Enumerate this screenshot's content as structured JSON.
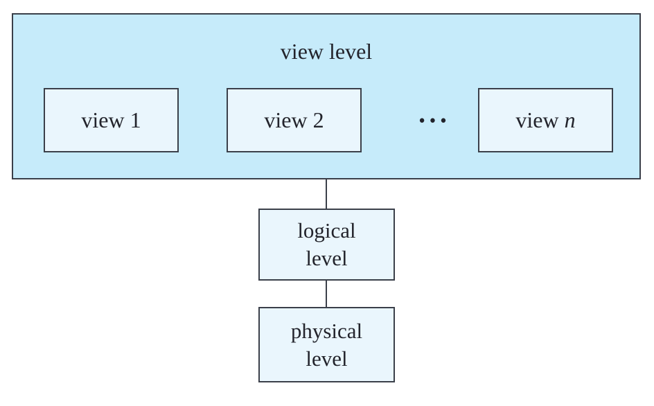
{
  "diagram": {
    "title": "view level",
    "view_boxes": [
      {
        "prefix": "view 1",
        "suffix": ""
      },
      {
        "prefix": "view 2",
        "suffix": ""
      },
      {
        "prefix": "view ",
        "suffix": "n"
      }
    ],
    "dots": "•••",
    "levels": [
      {
        "label": "logical\nlevel"
      },
      {
        "label": "physical\nlevel"
      }
    ],
    "colors": {
      "outer_fill": "#c6ebfa",
      "inner_fill": "#eaf6fd",
      "border": "#3a3f49",
      "text": "#23242c"
    }
  }
}
